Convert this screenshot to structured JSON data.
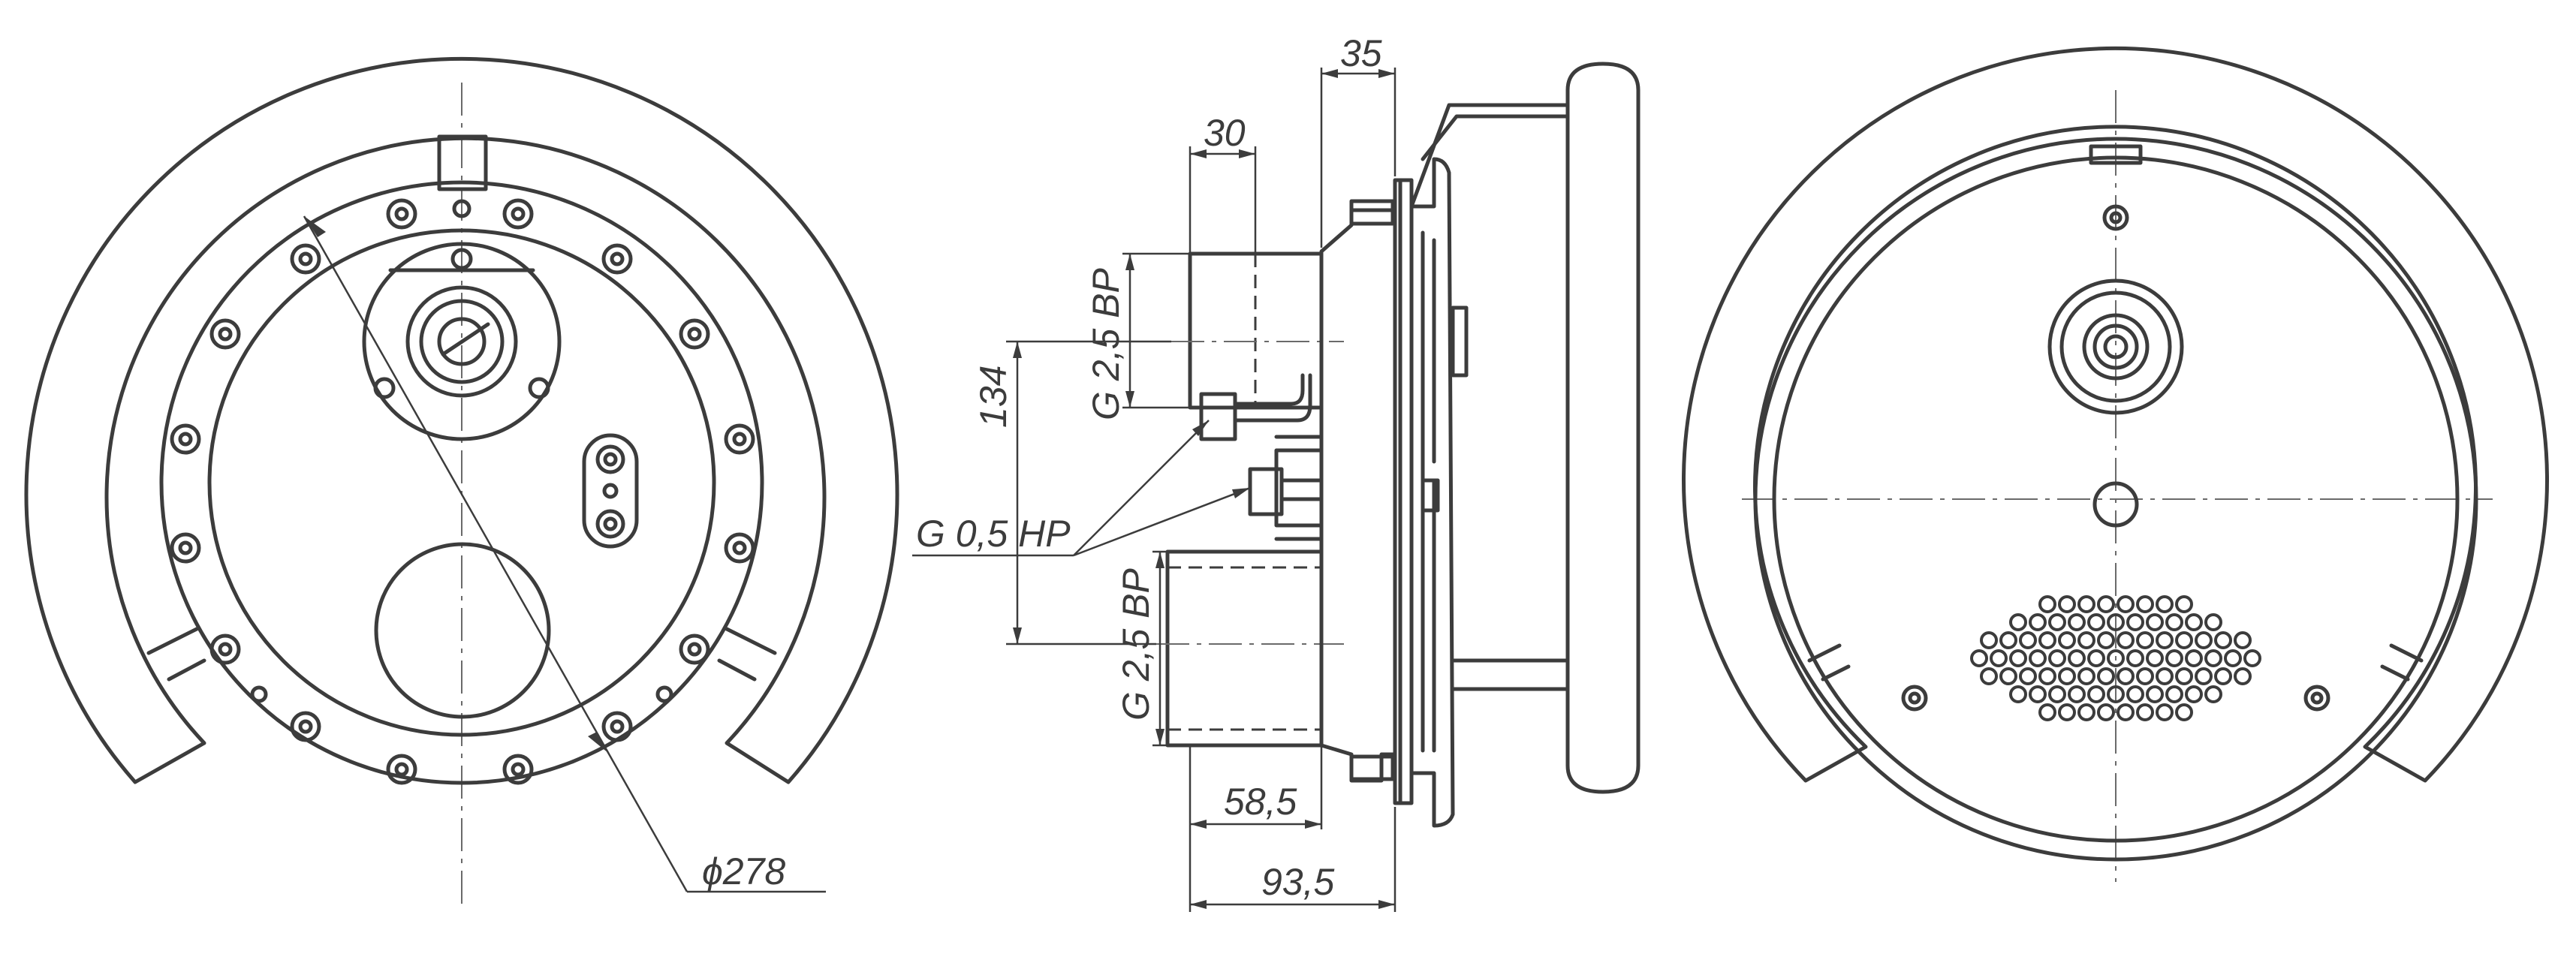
{
  "dimensions": {
    "diameter": "ϕ278",
    "flange_offset": "35",
    "socket_width": "30",
    "inlet_spacing": "134",
    "outlet_depth": "58,5",
    "overall_depth": "93,5"
  },
  "threads": {
    "upper_inlet": "G 2,5 ВР",
    "lower_inlet": "G 2,5 ВР",
    "side_fittings": "G 0,5 НР"
  }
}
